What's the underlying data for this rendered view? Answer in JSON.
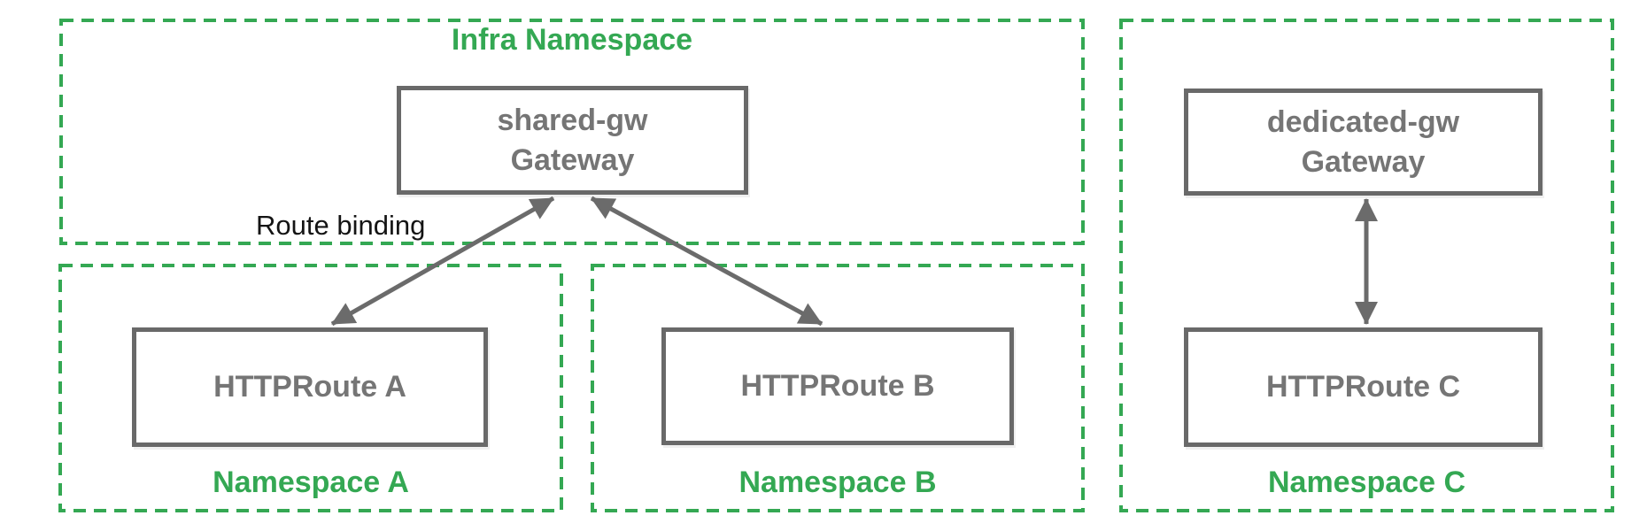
{
  "colors": {
    "namespace_green": "#34a853",
    "node_border_gray": "#696969",
    "node_text_gray": "#757575",
    "edge_gray": "#6b6b6b",
    "annotation_black": "#141414",
    "background": "#ffffff"
  },
  "infra_namespace": {
    "label": "Infra Namespace",
    "gateway": {
      "name": "shared-gw",
      "kind": "Gateway"
    }
  },
  "namespace_a": {
    "label": "Namespace A",
    "route": "HTTPRoute A"
  },
  "namespace_b": {
    "label": "Namespace B",
    "route": "HTTPRoute B"
  },
  "namespace_c": {
    "label": "Namespace C",
    "gateway": {
      "name": "dedicated-gw",
      "kind": "Gateway"
    },
    "route": "HTTPRoute C"
  },
  "edges": [
    {
      "from": "shared-gw Gateway",
      "to": "HTTPRoute A",
      "type": "double-arrow",
      "label": "Route binding"
    },
    {
      "from": "shared-gw Gateway",
      "to": "HTTPRoute B",
      "type": "double-arrow"
    },
    {
      "from": "dedicated-gw Gateway",
      "to": "HTTPRoute C",
      "type": "double-arrow"
    }
  ]
}
